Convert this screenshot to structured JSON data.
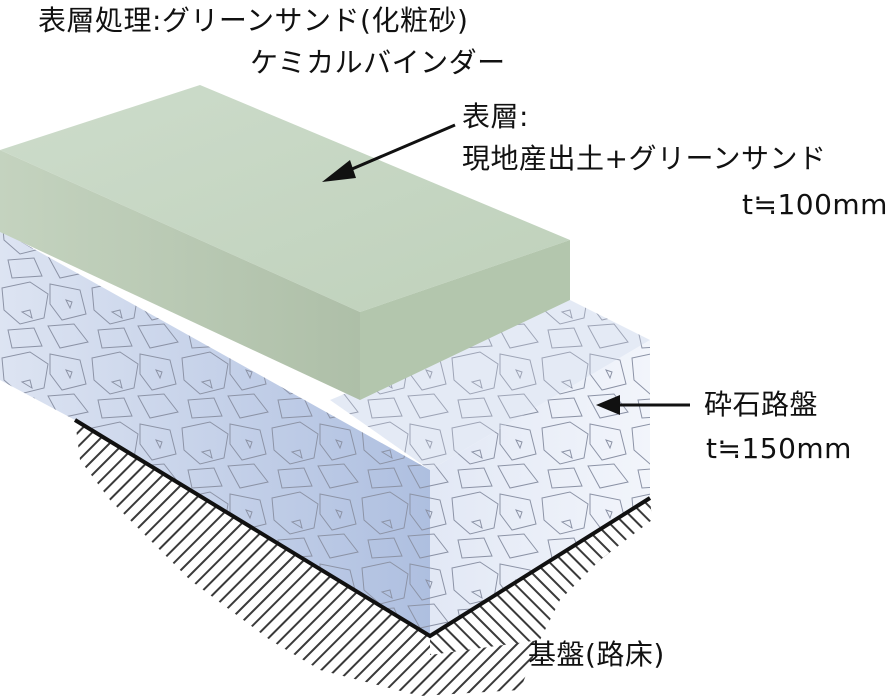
{
  "labels": {
    "surface_treatment_line1": "表層処理:グリーンサンド(化粧砂)",
    "surface_treatment_line2": "ケミカルバインダー",
    "surface_layer_title": "表層:",
    "surface_layer_material": "現地産出土+グリーンサンド",
    "surface_layer_thickness": "t≒100mm",
    "crushed_stone_title": "砕石路盤",
    "crushed_stone_thickness": "t≒150mm",
    "subgrade": "基盤(路床)"
  },
  "colors": {
    "surface_top": "#c9d9c4",
    "surface_front": "#b6c9b0",
    "surface_side": "#a9bda4",
    "gravel_front": "#c8d3e8",
    "gravel_side": "#dfe6f3",
    "gravel_top": "#e4eaf5",
    "soil_hatch": "#3a3a3a",
    "line": "#111111"
  }
}
